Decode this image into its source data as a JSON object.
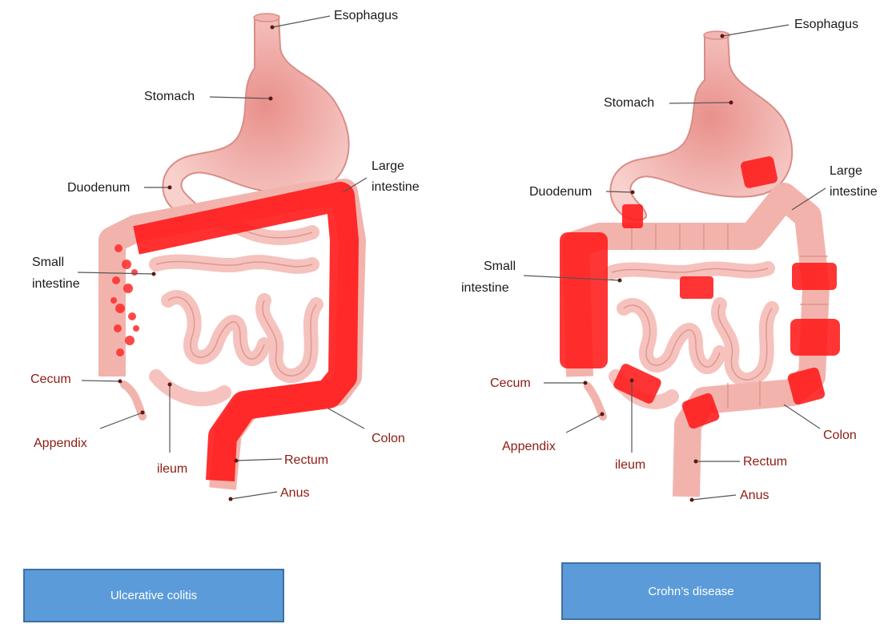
{
  "panels": [
    {
      "caption": "Ulcerative colitis",
      "labels": {
        "esophagus": "Esophagus",
        "stomach": "Stomach",
        "duodenum": "Duodenum",
        "large_intestine_1": "Large",
        "large_intestine_2": "intestine",
        "small_intestine_1": "Small",
        "small_intestine_2": "intestine",
        "cecum": "Cecum",
        "appendix": "Appendix",
        "ileum": "ileum",
        "colon": "Colon",
        "rectum": "Rectum",
        "anus": "Anus"
      }
    },
    {
      "caption": "Crohn’s disease",
      "labels": {
        "esophagus": "Esophagus",
        "stomach": "Stomach",
        "duodenum": "Duodenum",
        "large_intestine_1": "Large",
        "large_intestine_2": "intestine",
        "small_intestine_1": "Small",
        "small_intestine_2": "intestine",
        "cecum": "Cecum",
        "appendix": "Appendix",
        "ileum": "ileum",
        "colon": "Colon",
        "rectum": "Rectum",
        "anus": "Anus"
      }
    }
  ],
  "colors": {
    "tissue": "#f6c2bd",
    "tissue_outline": "#d98d88",
    "inflammation": "#ff1a1a",
    "label_dark": "#1a1a1a",
    "label_red": "#8c1c13",
    "caption_box": "#5b9bd9",
    "caption_border": "#3f6fa0"
  }
}
